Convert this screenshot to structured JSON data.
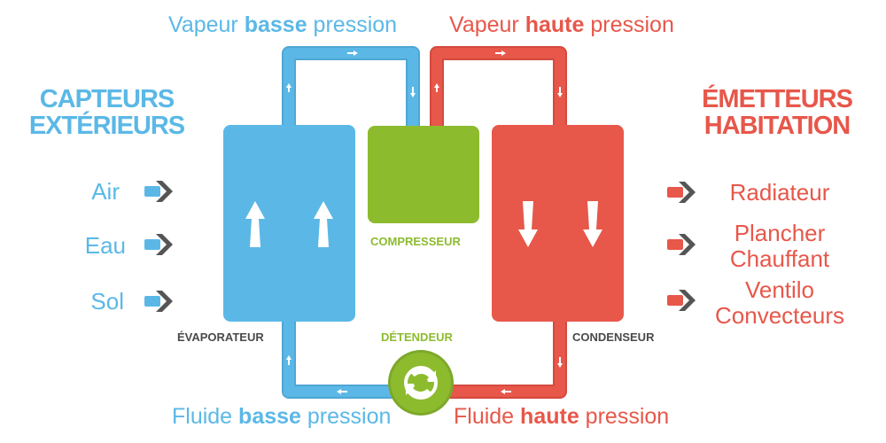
{
  "pipes": {
    "top_left": {
      "prefix": "Vapeur ",
      "strong": "basse",
      "suffix": " pression"
    },
    "top_right": {
      "prefix": "Vapeur ",
      "strong": "haute",
      "suffix": " pression"
    },
    "bottom_left": {
      "prefix": "Fluide ",
      "strong": "basse",
      "suffix": " pression"
    },
    "bottom_right": {
      "prefix": "Fluide ",
      "strong": "haute",
      "suffix": " pression"
    }
  },
  "left_panel": {
    "title_line1": "CAPTEURS",
    "title_line2": "EXTÉRIEURS",
    "items": [
      "Air",
      "Eau",
      "Sol"
    ]
  },
  "right_panel": {
    "title_line1": "ÉMETTEURS",
    "title_line2": "HABITATION",
    "items": [
      {
        "line1": "Radiateur",
        "line2": ""
      },
      {
        "line1": "Plancher",
        "line2": "Chauffant"
      },
      {
        "line1": "Ventilo",
        "line2": "Convecteurs"
      }
    ]
  },
  "components": {
    "evaporator": "ÉVAPORATEUR",
    "compressor": "COMPRESSEUR",
    "expander": "DÉTENDEUR",
    "condenser": "CONDENSEUR"
  },
  "colors": {
    "cold": "#5bb8e6",
    "hot": "#e7574a",
    "compressor": "#8dbb2e",
    "expander_icon": "recycle-icon",
    "arrow_grey": "#555555"
  }
}
